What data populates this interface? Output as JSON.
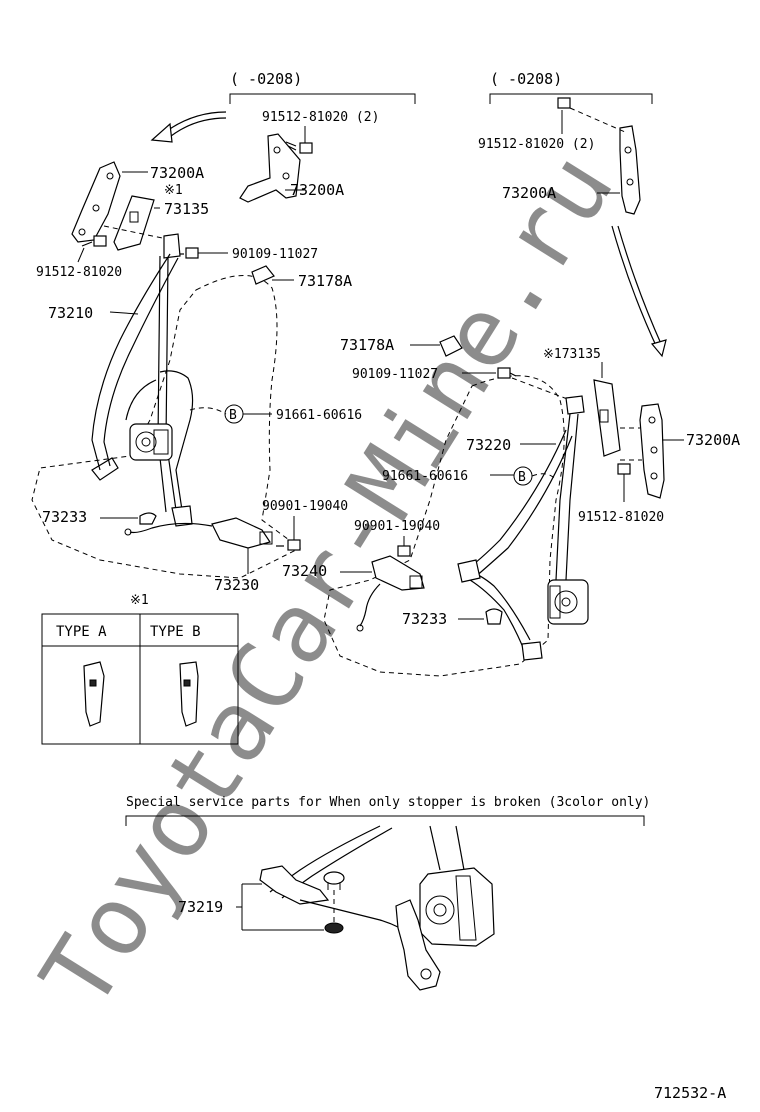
{
  "watermark": "ToyotaCar-Mine.ru",
  "left_group": {
    "bracket_label": "(      -0208)",
    "bolt_label": "91512-81020 (2)",
    "anchor_label": "73200A"
  },
  "right_group": {
    "bracket_label": "(      -0208)",
    "bolt_label": "91512-81020 (2)",
    "anchor_label": "73200A"
  },
  "left_labels": {
    "anchor": "73200A",
    "note_mark": "※1",
    "cover": "73135",
    "bolt_a": "91512-81020",
    "bolt_b": "90109-11027",
    "cap": "73178A",
    "belt": "73210",
    "circle_b": "B",
    "bolt_c": "91661-60616",
    "bolt_d": "90901-19040",
    "plug": "73233",
    "buckle": "73230"
  },
  "right_labels": {
    "cap": "73178A",
    "bolt_b": "90109-11027",
    "cover": "※173135",
    "anchor": "73200A",
    "belt": "73220",
    "bolt_c": "91661-60616",
    "circle_b": "B",
    "bolt_a": "91512-81020",
    "bolt_d": "90901-19040",
    "buckle": "73240",
    "plug": "73233"
  },
  "type_table": {
    "note_mark": "※1",
    "col_a": "TYPE  A",
    "col_b": "TYPE  B"
  },
  "special": {
    "caption": "Special service parts for When only stopper is broken (3color only)",
    "part": "73219"
  },
  "drawing_number": "712532-A"
}
